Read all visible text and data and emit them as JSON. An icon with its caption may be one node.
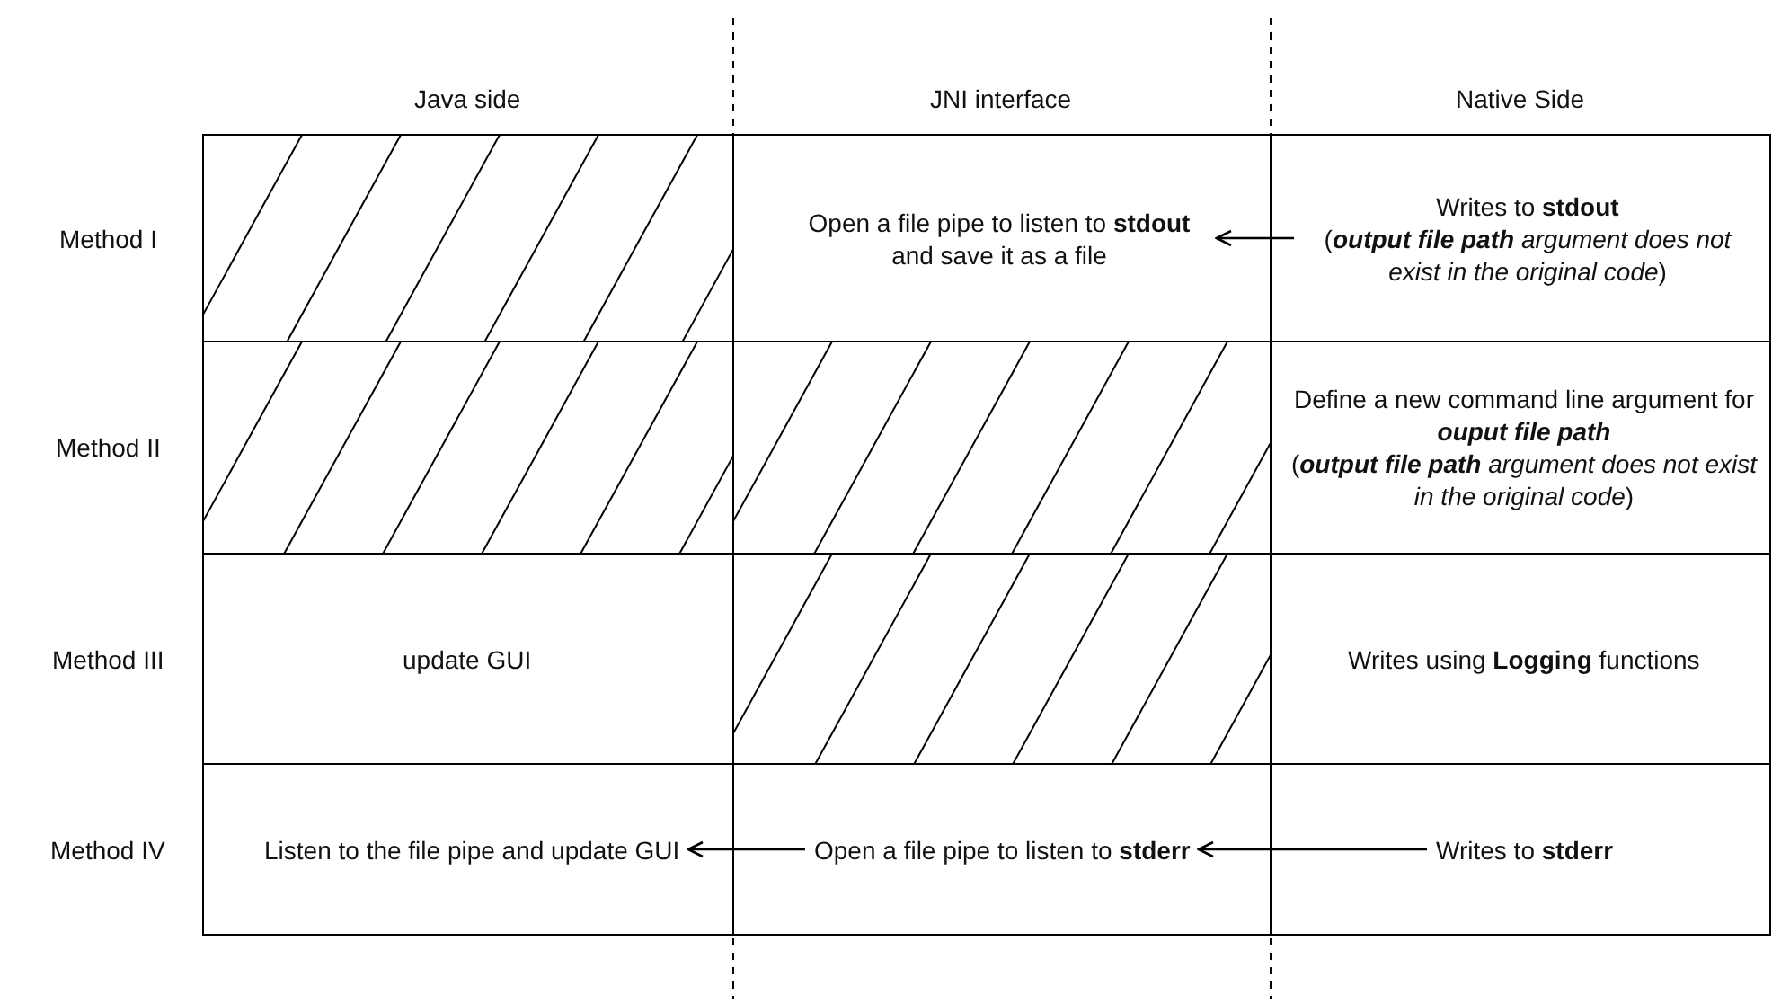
{
  "diagram": {
    "nodes": [
      {
        "text": [],
        "shape": "box"
      },
      {
        "text": [
          "Open a file pipe to listen to **stdout** and save it as a file"
        ]
      },
      {
        "text": [
          "Writes to **stdout**",
          "(**output file path** *argument does not exist in the original code*)"
        ]
      },
      {
        "text": [],
        "shape": "box"
      },
      {
        "text": [],
        "shape": "box"
      },
      {
        "text": [
          "Define a new command line argument for **ouput file path**",
          "(**output file path** *argument does not exist in the original code*)"
        ]
      },
      {
        "text": [
          "update GUI"
        ]
      },
      {
        "text": [],
        "shape": "box"
      },
      {
        "text": [
          "Writes using **Logging** functions"
        ]
      },
      {
        "text": [
          "Listen to the file pipe and update GUI"
        ]
      },
      {
        "text": [
          "Open a file pipe to listen to **stderr**"
        ]
      },
      {
        "text": [
          "Writes to **stderr**"
        ]
      }
    ],
    "edges": [
      {
        "from": 2,
        "to": 1,
        "arrow": "to"
      },
      {
        "from": 11,
        "to": 10,
        "arrow": "to"
      },
      {
        "from": 10,
        "to": 9,
        "arrow": "to"
      }
    ],
    "labels": [
      "Java side",
      "JNI interface",
      "Native Side",
      "Method I",
      "Method II",
      "Method III",
      "Method IV"
    ]
  }
}
